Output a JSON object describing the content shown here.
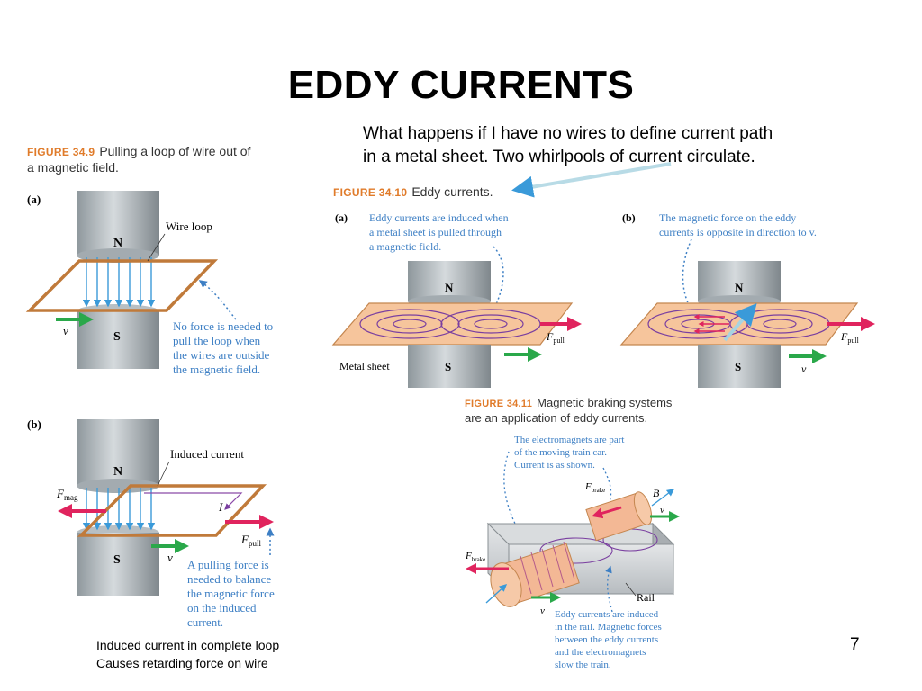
{
  "slide": {
    "title": "EDDY CURRENTS",
    "note_line1": "What happens if I have no wires to define current path",
    "note_line2": "in a metal sheet. Two whirlpools of current circulate.",
    "bottom_line1": "Induced current in complete loop",
    "bottom_line2": "Causes retarding force on wire",
    "page_number": "7"
  },
  "fig349": {
    "number": "FIGURE 34.9",
    "caption_line1": "Pulling a loop of wire out of",
    "caption_line2": "a magnetic field.",
    "panel_a": "(a)",
    "panel_b": "(b)",
    "wire_loop": "Wire loop",
    "pole_n": "N",
    "pole_s": "S",
    "v_label": "v",
    "a_note": [
      "No force is needed to",
      "pull the loop when",
      "the wires are outside",
      "the magnetic field."
    ],
    "induced_current": "Induced current",
    "f_mag": "F",
    "f_mag_sub": "mag",
    "current_i": "I",
    "f_pull": "F",
    "f_pull_sub": "pull",
    "b_note": [
      "A pulling force is",
      "needed to balance",
      "the magnetic force",
      "on the induced",
      "current."
    ]
  },
  "fig3410": {
    "number": "FIGURE 34.10",
    "caption": "Eddy currents.",
    "panel_a": "(a)",
    "panel_b": "(b)",
    "a_note": [
      "Eddy currents are induced when",
      "a metal sheet is pulled through",
      "a magnetic field."
    ],
    "b_note": [
      "The magnetic force on the eddy",
      "currents is opposite in direction to v."
    ],
    "pole_n": "N",
    "pole_s": "S",
    "metal_sheet": "Metal sheet",
    "f_pull": "F",
    "f_pull_sub": "pull",
    "v_label": "v"
  },
  "fig3411": {
    "number": "FIGURE 34.11",
    "caption_line1": "Magnetic braking systems",
    "caption_line2": "are an application of eddy currents.",
    "top_note": [
      "The electromagnets are part",
      "of the moving train car.",
      "Current is as shown."
    ],
    "f_brake": "F",
    "f_brake_sub": "brake",
    "b_label": "B",
    "v_label": "v",
    "rail": "Rail",
    "bottom_note": [
      "Eddy currents are induced",
      "in the rail. Magnetic forces",
      "between the eddy currents",
      "and the electromagnets",
      "slow the train."
    ]
  },
  "colors": {
    "loop": "#c07a3a",
    "field": "#5ab6e6",
    "arrow_red": "#e0245e",
    "arrow_green": "#2aa84a",
    "sheet": "#f6c59c",
    "eddy": "#7a3fa0",
    "label_blue": "#3d7fc4",
    "fignum": "#e07b2a"
  }
}
